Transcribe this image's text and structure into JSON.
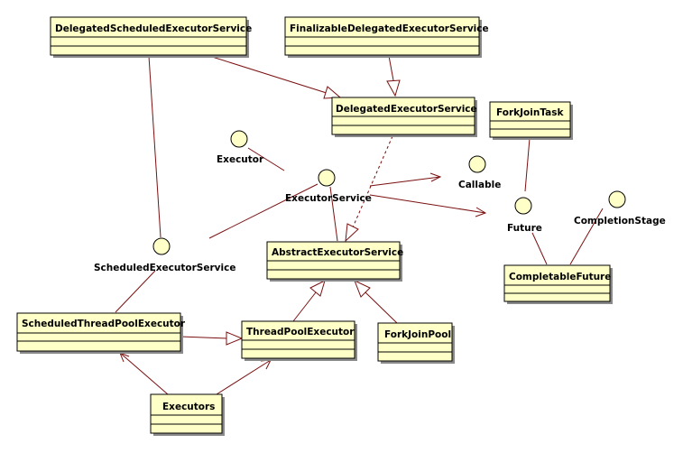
{
  "classes": {
    "delegated_scheduled": "DelegatedScheduledExecutorService",
    "finalizable_delegated": "FinalizableDelegatedExecutorService",
    "delegated_executor": "DelegatedExecutorService",
    "forkjoin_task": "ForkJoinTask",
    "abstract_executor": "AbstractExecutorService",
    "completable_future": "CompletableFuture",
    "scheduled_tpe": "ScheduledThreadPoolExecutor",
    "thread_pool_executor": "ThreadPoolExecutor",
    "forkjoin_pool": "ForkJoinPool",
    "executors": "Executors"
  },
  "interfaces": {
    "executor": "Executor",
    "executor_service": "ExecutorService",
    "callable": "Callable",
    "future": "Future",
    "completion_stage": "CompletionStage",
    "scheduled_executor_service": "ScheduledExecutorService"
  },
  "colors": {
    "class_fill": "#ffffc8",
    "line": "#7a1010",
    "shadow": "#8a8a8a"
  }
}
